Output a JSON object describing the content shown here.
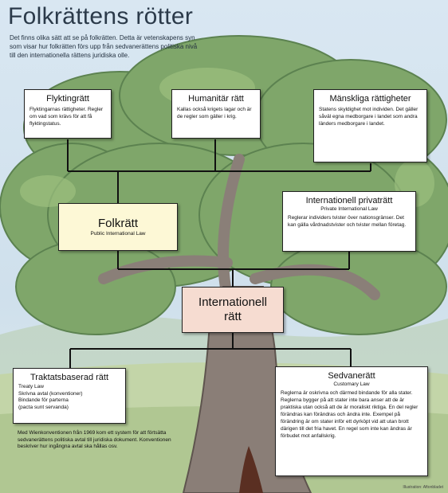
{
  "title": "Folkrättens rötter",
  "intro": "Det finns olika sätt att se på folkrätten. Detta är vetenskapens syn som visar hur folkrätten förs upp från sedvanerättens politiska nivå till den internationella rättens juridiska olle.",
  "boxes": {
    "flyktingratt": {
      "heading": "Flyktingrätt",
      "text": "Flyktingarnas rättigheter. Regler om vad som krävs för att få flyktingstatus."
    },
    "humanitar": {
      "heading": "Humanitär rätt",
      "text": "Kallas också krigets lagar och är de regler som gäller i krig."
    },
    "manskliga": {
      "heading": "Mänskliga rättigheter",
      "text": "Statens skyldighet mot individen. Det gäller såväl egna medborgare i landet som andra länders medborgare i landet."
    },
    "folkratt": {
      "heading": "Folkrätt",
      "subtitle": "Public International Law"
    },
    "privatratt": {
      "heading": "Internationell privaträtt",
      "subtitle": "Private International Law",
      "text": "Reglerar individers tvister över nationsgränser. Det kan gälla vårdnadstvister och tvister mellan företag."
    },
    "internationell": {
      "heading_line1": "Internationell",
      "heading_line2": "rätt"
    },
    "traktats": {
      "heading": "Traktatsbaserad rätt",
      "line1": "Treaty Law",
      "line2": "Skrivna avtal (konventioner)",
      "line3": "Bindande för parterna",
      "line4": "(pacta sunt servanda)"
    },
    "sedvane": {
      "heading": "Sedvanerätt",
      "subtitle": "Customary Law",
      "text": "Reglerna är oskrivna och därmed bindande för alla stater. Reglerna bygger på att stater inte bara anser att de är praktiska utan också att de är moraliskt riktiga. En del regler förändras kan förändras och ändra inte. Exempel på förändring är om stater inför ett dyrköpt vid att utan brott därigen till det fria havet. En regel som inte kan ändras är förbudet mot anfallskrig."
    }
  },
  "footnote": "Med Wienkonventionen från 1969 kom ett system för att förtsätta sedvanerättens politiska avtal till juridiska dokument. Konventionen beskriver hur ingångna avtal ska hållas osv.",
  "credit": "Illustration: Aftonbladet"
}
